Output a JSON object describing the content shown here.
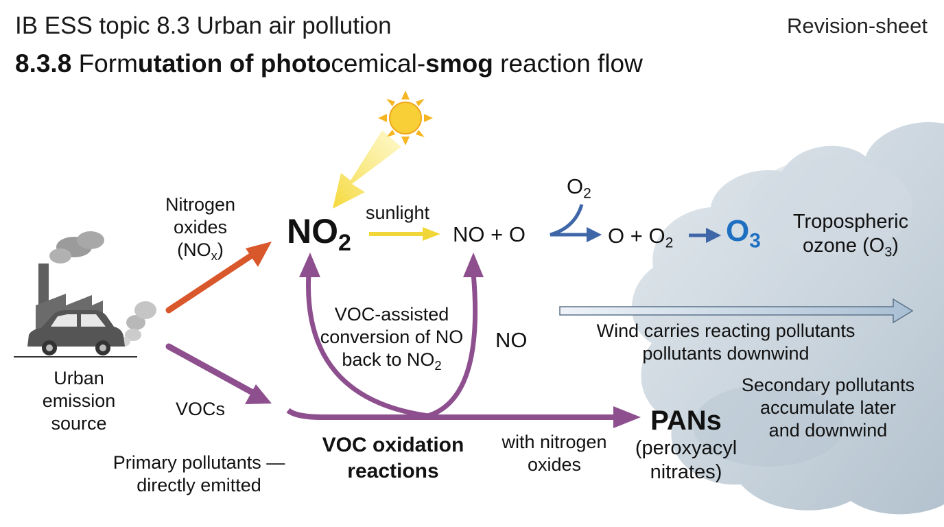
{
  "header": {
    "topic": "IB ESS topic 8.3 Urban air pollution",
    "section_number": "8.3.8",
    "heading_parts": [
      {
        "text": "Form",
        "bold": false
      },
      {
        "text": "utation of photo",
        "bold": true
      },
      {
        "text": "cemical-",
        "bold": false
      },
      {
        "text": "smog",
        "bold": true
      },
      {
        "text": " reaction flow",
        "bold": false
      }
    ],
    "tag": "Revision-sheet"
  },
  "source": {
    "line1": "Urban",
    "line2": "emission",
    "line3": "source",
    "note_line1": "Primary pollutants —",
    "note_line2": "directly emitted"
  },
  "nox_label": {
    "line1": "Nitrogen",
    "line2": "oxides",
    "line3_main": "(NO",
    "line3_sub": "x",
    "line3_end": ")"
  },
  "vocs_label": "VOCs",
  "no2": {
    "main": "NO",
    "sub": "2"
  },
  "sunlight_label": "sunlight",
  "no_plus_o": "NO + O",
  "o2_top": {
    "main": "O",
    "sub": "2"
  },
  "o_plus_o2": {
    "main": "O + O",
    "sub": "2"
  },
  "o3": {
    "main": "O",
    "sub": "3"
  },
  "tropo_label": {
    "line1": "Tropospheric",
    "line2_main": "ozone (O",
    "line2_sub": "3",
    "line2_end": ")"
  },
  "wind_label": {
    "line1": "Wind carries reacting pollutants",
    "line2": "pollutants downwind"
  },
  "voc_assisted": {
    "line1": "VOC-assisted",
    "line2": "conversion of NO",
    "line3_main": "back to NO",
    "line3_sub": "2"
  },
  "no_label": "NO",
  "voc_oxidation": {
    "line1": "VOC oxidation",
    "line2": "reactions"
  },
  "with_nox": {
    "line1": "with nitrogen",
    "line2": "oxides"
  },
  "pans": {
    "title": "PANs",
    "line1": "(peroxyacyl",
    "line2": "nitrates)"
  },
  "secondary": {
    "line1": "Secondary pollutants",
    "line2": "accumulate later",
    "line3": "and downwind"
  },
  "colors": {
    "orange_arrow": "#d9582b",
    "purple_arrow": "#8e4f8e",
    "yellow_arrow": "#f1d63a",
    "blue_arrow": "#3f67a8",
    "ozone_blue": "#1f6fc1",
    "cloud": "#c9d4dd",
    "sun": "#f6c531"
  }
}
